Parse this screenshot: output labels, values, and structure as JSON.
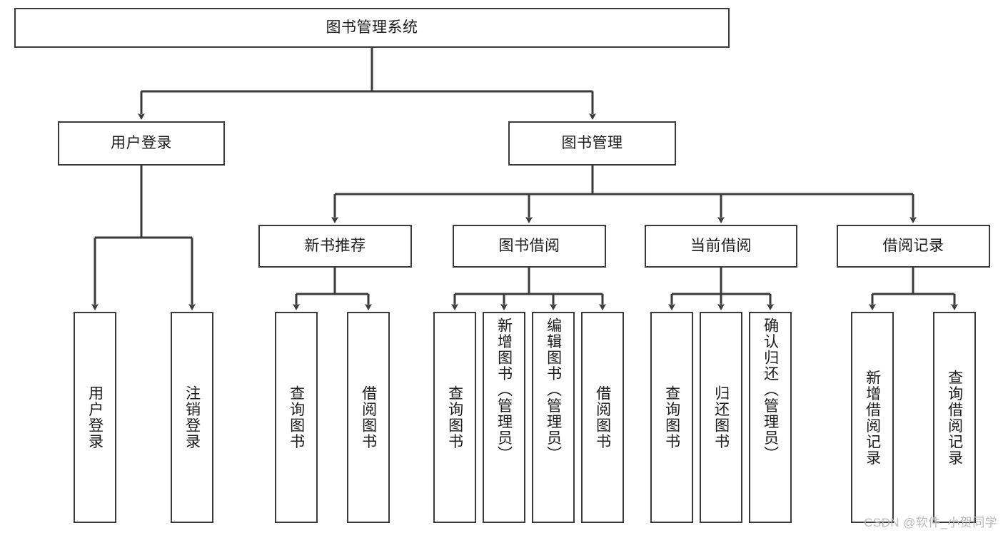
{
  "diagram": {
    "title": "图书管理系统",
    "type": "tree-hierarchy",
    "watermark": "CSDN @软件_小贺同学",
    "colors": {
      "box_border": "#3a3a3a",
      "box_fill": "#ffffff",
      "edge": "#3a3a3a",
      "text": "#1a1a1a",
      "watermark": "#b9b9b9"
    }
  },
  "root": {
    "label": "图书管理系统"
  },
  "level2": [
    {
      "label": "用户登录"
    },
    {
      "label": "图书管理"
    }
  ],
  "level3": [
    {
      "label": "新书推荐"
    },
    {
      "label": "图书借阅"
    },
    {
      "label": "当前借阅"
    },
    {
      "label": "借阅记录"
    }
  ],
  "leaves": {
    "user_login": [
      {
        "label": "用户登录"
      },
      {
        "label": "注销登录"
      }
    ],
    "new_book": [
      {
        "label": "查询图书"
      },
      {
        "label": "借阅图书"
      }
    ],
    "book_borrow": [
      {
        "label": "查询图书"
      },
      {
        "label": "新增图书（管理员）"
      },
      {
        "label": "编辑图书（管理员）"
      },
      {
        "label": "借阅图书"
      }
    ],
    "current_borrow": [
      {
        "label": "查询图书"
      },
      {
        "label": "归还图书"
      },
      {
        "label": "确认归还（管理员）"
      }
    ],
    "borrow_record": [
      {
        "label": "新增借阅记录"
      },
      {
        "label": "查询借阅记录"
      }
    ]
  }
}
